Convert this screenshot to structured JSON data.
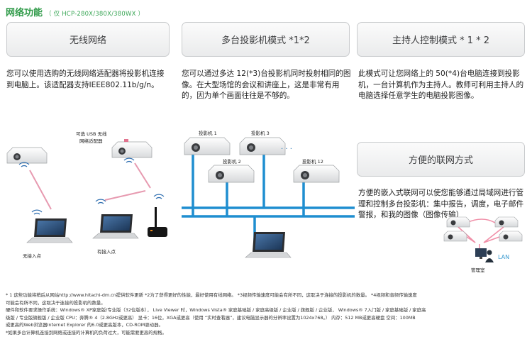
{
  "header": {
    "title": "网络功能",
    "subtitle": "（ 仅 HCP-280X/380X/380WX ）"
  },
  "sections": [
    {
      "box_label": "无线网络",
      "text": "您可以使用选购的无线网络适配器将投影机连接到电脑上。该适配器支持IEEE802.11b/g/n。"
    },
    {
      "box_label": "多台投影机模式 *1*2",
      "text": "您可以通过多达 12(*3)台投影机同时投射相同的图像。在大型场馆的会议和讲座上，这是非常有用的，因为单个画面往往是不够的。"
    },
    {
      "box_label": "主持人控制模式 * 1 * 2",
      "text": "此模式可让您网络上的 50(*4)台电脑连接到投影机，一台计算机作为主持人。教师可利用主持人的电脑选择任意学生的电脑投影图像。"
    },
    {
      "box_label": "方便的联网方式",
      "text": "方便的嵌入式联网可以使您能够通过局域网进行管理和控制多台投影机：集中报告，调度，电子邮件警报，和我的图像（图像传输）"
    }
  ],
  "wireless_diagram": {
    "adapter_label_1": "可选 USB 无线",
    "adapter_label_2": "网络适配器",
    "no_ap_label": "无接入点",
    "with_ap_label": "有接入点"
  },
  "multi_diagram": {
    "proj1_label": "投影机 1",
    "proj2_label": "投影机 2",
    "proj3_label": "投影机 3",
    "proj12_label": "投影机 12",
    "ellipsis": "· · ·"
  },
  "lan_diagram": {
    "lan_label": "LAN",
    "control_room_label": "管理室"
  },
  "footnotes": [
    "* 1 这些功能将稍后从网站http://www.hitachi-dm.cn提供软件更新  *2为了获得更好的性能，最好使用有线网络。 *3视频传输速度可能会有所不同，这取决于连接的投影机的数量。 *4视频和音频传输速度",
    "可能会有所不同，这取决于连接的投影机的数量。",
    "硬件和软件要求操作系统：Windows® XP家庭版/专业版（32位版本）， Live Viewer 时，Windows Vista® 家庭基础版 / 家庭高级版 / 企业版 / 旗舰版 / 企业版，  Windows® 7入门版 / 家庭基础版 / 家庭高",
    "级版 / 专业版旗舰版 / 企业版  CPU：奔腾® 4（2.8GHz或更高）  显卡：16位，XGA或更高（使用 “实时查看器”，建议电脑显示器的分辨率设置为1024x768。）  内存：512 MB或更高硬盘 空间：100MB",
    "或更高的Web浏览器Internet Explorer 的6.0或更高版本，CD-ROM驱动器。",
    "*如果多台计算机连接到网络或连接的计算机的负荷过大，可能需要更高的规格。"
  ]
}
